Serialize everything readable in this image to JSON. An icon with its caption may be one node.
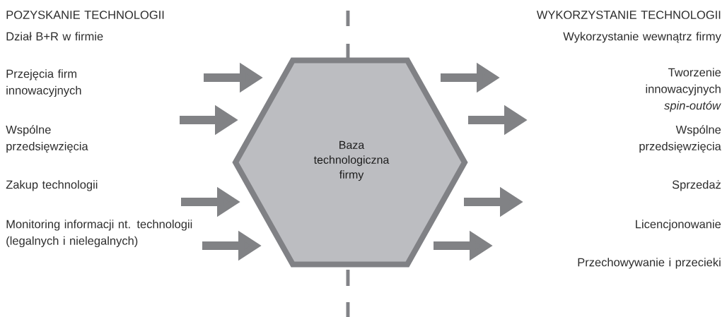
{
  "diagram": {
    "nodes": [
      {
        "text": [
          "Baza technologiczna firmy"
        ]
      }
    ],
    "labels": [
      "POZYSKANIE TECHNOLOGII",
      "WYKORZYSTANIE TECHNOLOGII",
      "Dział B+R w firmie",
      "Przejęcia firm innowacyjnych",
      "Wspólne przedsięwzięcia",
      "Zakup technologii",
      "Monitoring informacji nt. technologii (legalnych i nielegalnych)",
      "Wykorzystanie wewnątrz firmy",
      "Tworzenie innowacyjnych *spin-outów*",
      "Wspólne przedsięwzięcia",
      "Sprzedaż",
      "Licencjonowanie",
      "Przechowywanie i przecieki"
    ]
  }
}
